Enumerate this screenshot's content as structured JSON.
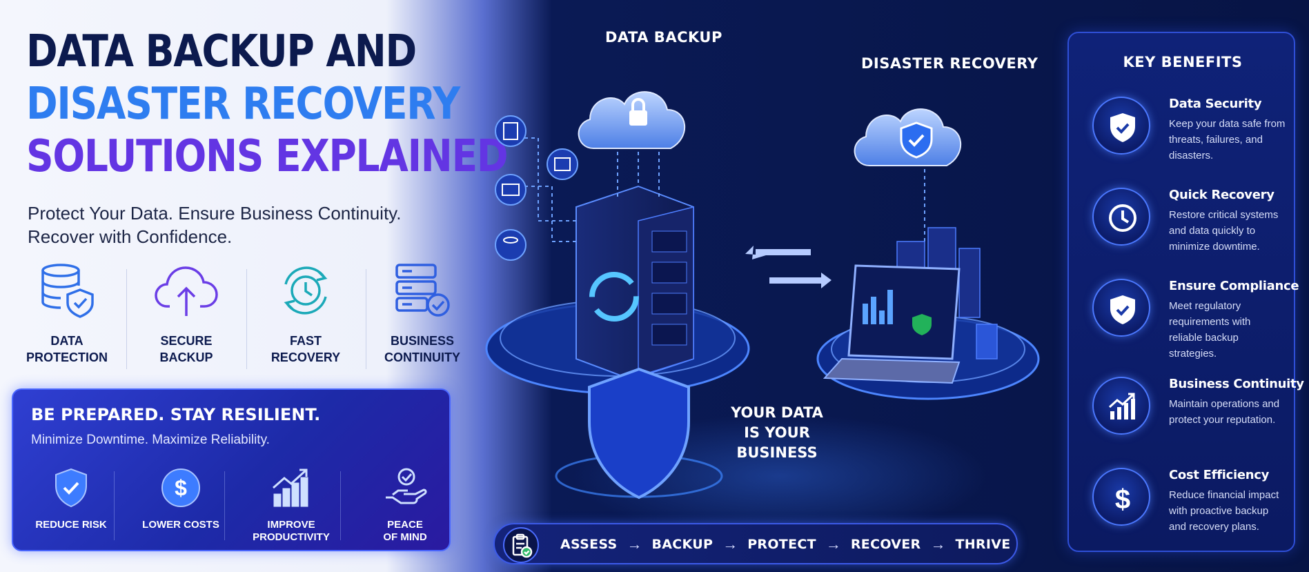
{
  "title": {
    "line1": "DATA BACKUP AND",
    "line2": "DISASTER RECOVERY",
    "line3": "SOLUTIONS EXPLAINED"
  },
  "subtitle": {
    "line1": "Protect Your Data. Ensure Business Continuity.",
    "line2": "Recover with Confidence."
  },
  "features": [
    {
      "line1": "DATA",
      "line2": "PROTECTION",
      "icon": "database-shield-icon"
    },
    {
      "line1": "SECURE",
      "line2": "BACKUP",
      "icon": "cloud-upload-icon"
    },
    {
      "line1": "FAST",
      "line2": "RECOVERY",
      "icon": "clock-refresh-icon"
    },
    {
      "line1": "BUSINESS",
      "line2": "CONTINUITY",
      "icon": "server-check-icon"
    }
  ],
  "prepared": {
    "title": "BE PREPARED. STAY RESILIENT.",
    "subtitle": "Minimize Downtime. Maximize Reliability.",
    "items": [
      {
        "line1": "REDUCE RISK",
        "line2": "",
        "icon": "shield-check-icon"
      },
      {
        "line1": "LOWER COSTS",
        "line2": "",
        "icon": "dollar-coin-icon"
      },
      {
        "line1": "IMPROVE",
        "line2": "PRODUCTIVITY",
        "icon": "growth-chart-icon"
      },
      {
        "line1": "PEACE",
        "line2": "OF MIND",
        "icon": "hand-check-icon"
      }
    ]
  },
  "scene": {
    "backup_label": "DATA BACKUP",
    "recovery_label": "DISASTER RECOVERY",
    "shield_line1": "YOUR DATA",
    "shield_line2": "IS YOUR",
    "shield_line3": "BUSINESS"
  },
  "process": {
    "steps": [
      "ASSESS",
      "BACKUP",
      "PROTECT",
      "RECOVER",
      "THRIVE"
    ],
    "arrow": "→"
  },
  "benefits": {
    "title": "KEY BENEFITS",
    "items": [
      {
        "title": "Data Security",
        "desc": "Keep your data safe from threats, failures, and disasters.",
        "icon": "shield-check-icon"
      },
      {
        "title": "Quick Recovery",
        "desc": "Restore critical systems and data quickly to minimize downtime.",
        "icon": "clock-icon"
      },
      {
        "title": "Ensure Compliance",
        "desc": "Meet regulatory requirements with reliable backup strategies.",
        "icon": "shield-check-icon"
      },
      {
        "title": "Business Continuity",
        "desc": "Maintain operations and protect your reputation.",
        "icon": "growth-chart-icon"
      },
      {
        "title": "Cost Efficiency",
        "desc": "Reduce financial impact with proactive backup and recovery plans.",
        "icon": "dollar-icon"
      }
    ]
  },
  "colors": {
    "navy": "#0c1a4e",
    "blue": "#2e7df0",
    "purple": "#6335e3",
    "panel": "#0f2278",
    "accent_glow": "#4b78ff"
  }
}
